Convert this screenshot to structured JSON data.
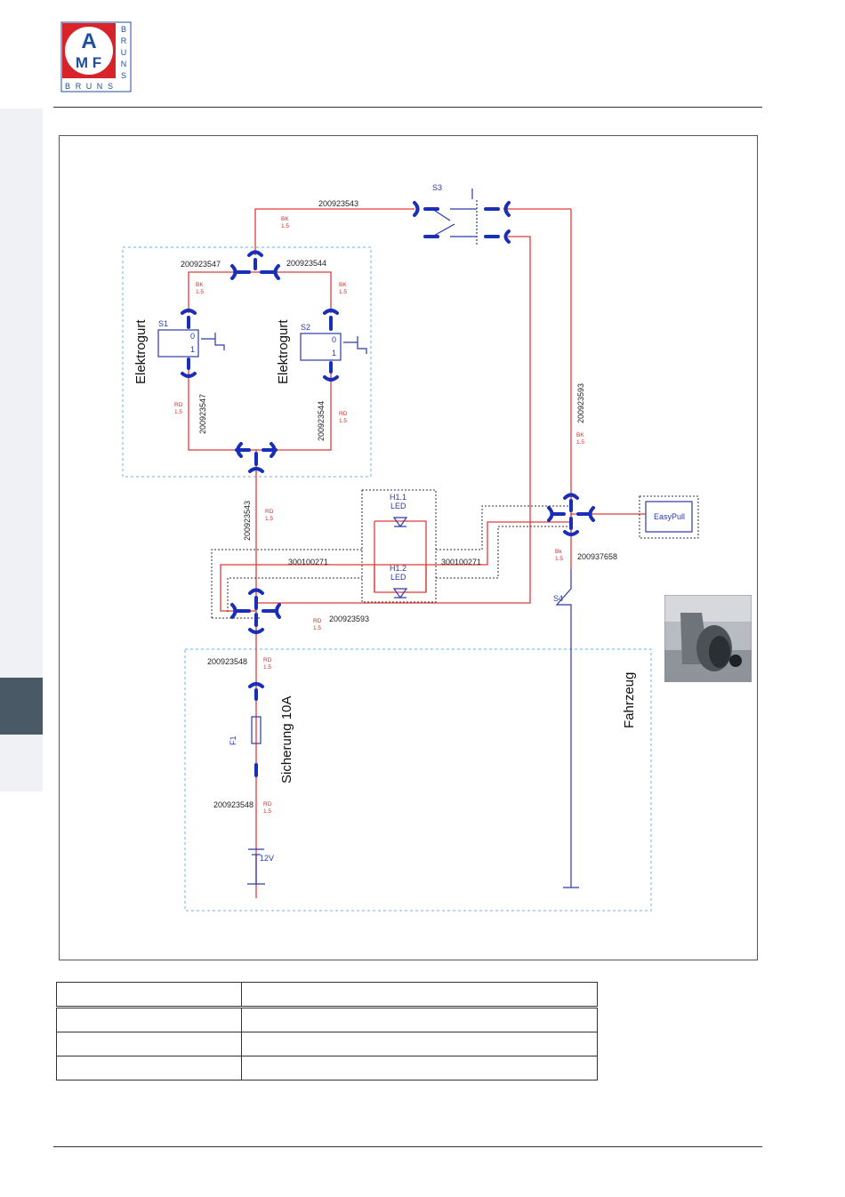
{
  "logo": {
    "letters_top": [
      "A",
      "M",
      "F"
    ],
    "letters_side": [
      "B",
      "R",
      "U",
      "N",
      "S"
    ],
    "letters_bottom": [
      "B",
      "R",
      "U",
      "N",
      "S"
    ],
    "colors": {
      "red": "#d8232a",
      "blue": "#1f4e9c"
    }
  },
  "colors": {
    "wire": "#e23b3b",
    "connector": "#1a2fb8",
    "component": "#2a3aa8",
    "text": "#222222",
    "dashed_group": "#67b7e0"
  },
  "diagram": {
    "switch_s3": "S3",
    "switch_s1": "S1",
    "switch_s2": "S2",
    "switch_s4": "S4",
    "fuse_f1": "F1",
    "battery": "12V",
    "led_h11": "H1.1",
    "led_h12": "H1.2",
    "led_label": "LED",
    "easypull": "EasyPull",
    "group_elektrogurt": "Elektrogurt",
    "group_sicherung": "Sicherung 10A",
    "group_fahrzeug": "Fahrzeug",
    "switch_pos_0": "0",
    "switch_pos_1": "1",
    "wires": {
      "w_top": "200923543",
      "w_s1_top": "200923547",
      "w_s2_top": "200923544",
      "w_s1_bot": "200923547",
      "w_s2_bot": "200923544",
      "w_mid": "200923543",
      "w_right": "200923593",
      "w_led_left": "300100271",
      "w_led_right": "300100271",
      "w_bot_mid": "200923593",
      "w_bk_s4": "200937658",
      "w_fuse_top": "200923548",
      "w_fuse_bot": "200923548"
    },
    "codes": {
      "bk": "BK",
      "bk_lower": "Bk",
      "rd": "RD",
      "cross": "1.5"
    }
  },
  "table": {
    "rows": [
      [
        "",
        ""
      ],
      [
        "",
        ""
      ],
      [
        "",
        ""
      ],
      [
        "",
        ""
      ]
    ]
  }
}
